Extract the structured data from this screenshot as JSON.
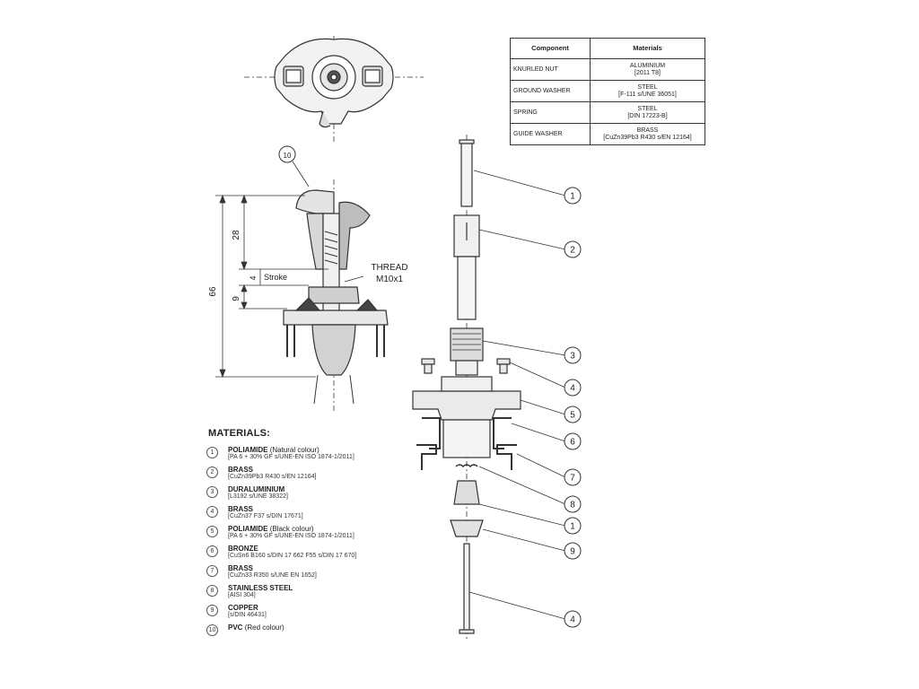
{
  "table": {
    "headers": [
      "Component",
      "Materials"
    ],
    "rows": [
      {
        "component": "KNURLED NUT",
        "material": "ALUMINIUM",
        "spec": "[2011 T8]"
      },
      {
        "component": "GROUND WASHER",
        "material": "STEEL",
        "spec": "[F-111 s/UNE 36051]"
      },
      {
        "component": "SPRING",
        "material": "STEEL",
        "spec": "[DIN 17223-B]"
      },
      {
        "component": "GUIDE WASHER",
        "material": "BRASS",
        "spec": "[CuZn39Pb3 R430 s/EN 12164]"
      }
    ]
  },
  "drawing": {
    "dimensions": {
      "overall": "66",
      "upper": "28",
      "stroke_value": "4",
      "stroke_label": "Stroke",
      "lower": "9"
    },
    "thread_label": "THREAD",
    "thread_spec": "M10x1",
    "section_callout": "10",
    "exploded_callouts": [
      "1",
      "2",
      "3",
      "4",
      "5",
      "6",
      "7",
      "8",
      "1",
      "9",
      "4"
    ]
  },
  "materials": {
    "title": "MATERIALS:",
    "items": [
      {
        "num": "1",
        "name": "POLIAMIDE",
        "note": "(Natural colour)",
        "spec": "[PA 6 + 30% GF s/UNE-EN ISO 1874-1/2011]"
      },
      {
        "num": "2",
        "name": "BRASS",
        "note": "",
        "spec": "[CuZn39Pb3 R430 s/EN 12164]"
      },
      {
        "num": "3",
        "name": "DURALUMINIUM",
        "note": "",
        "spec": "[L3192 s/UNE 38322]"
      },
      {
        "num": "4",
        "name": "BRASS",
        "note": "",
        "spec": "[CuZn37 F37 s/DIN 17671]"
      },
      {
        "num": "5",
        "name": "POLIAMIDE",
        "note": "(Black colour)",
        "spec": "[PA 6 + 30% GF s/UNE-EN ISO 1874-1/2011]"
      },
      {
        "num": "6",
        "name": "BRONZE",
        "note": "",
        "spec": "[CuSn6 B160 s/DIN 17 662 F55 s/DIN 17 670]"
      },
      {
        "num": "7",
        "name": "BRASS",
        "note": "",
        "spec": "[CuZn33 R350 s/UNE EN 1652]"
      },
      {
        "num": "8",
        "name": "STAINLESS STEEL",
        "note": "",
        "spec": "[AISI 304]"
      },
      {
        "num": "9",
        "name": "COPPER",
        "note": "",
        "spec": "[s/DIN 46431]"
      },
      {
        "num": "10",
        "name": "PVC",
        "note": "(Red colour)",
        "spec": ""
      }
    ]
  }
}
